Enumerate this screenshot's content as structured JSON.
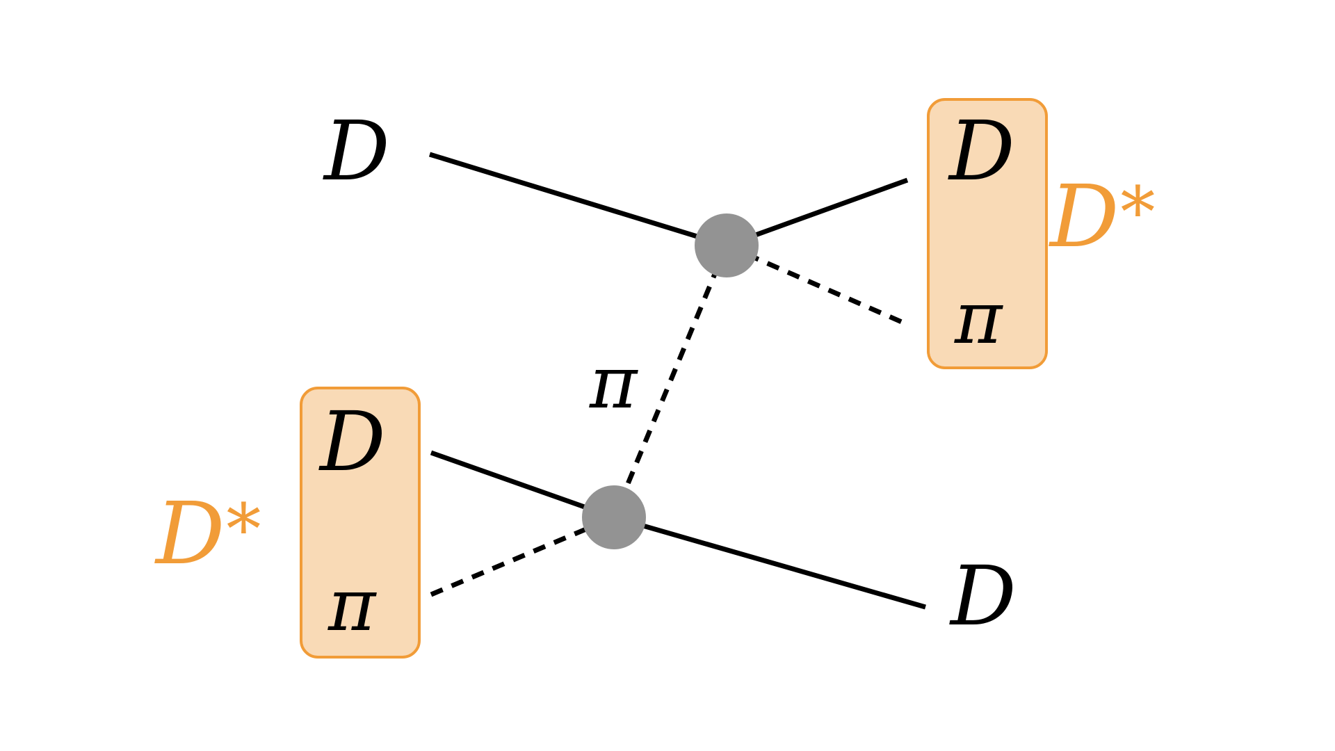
{
  "diagram": {
    "labels": {
      "top_left_particle": "D",
      "top_right_particle": "D",
      "top_right_pion": "π",
      "top_right_composite_base": "D",
      "top_right_composite_star": "*",
      "exchange_pion": "π",
      "bottom_left_particle": "D",
      "bottom_left_pion": "π",
      "bottom_left_composite_base": "D",
      "bottom_left_composite_star": "*",
      "bottom_right_particle": "D"
    },
    "colors": {
      "line": "#000000",
      "vertex": "#939393",
      "box_fill": "#f9dab6",
      "box_stroke": "#f19c38",
      "composite_label": "#f19c38"
    }
  }
}
